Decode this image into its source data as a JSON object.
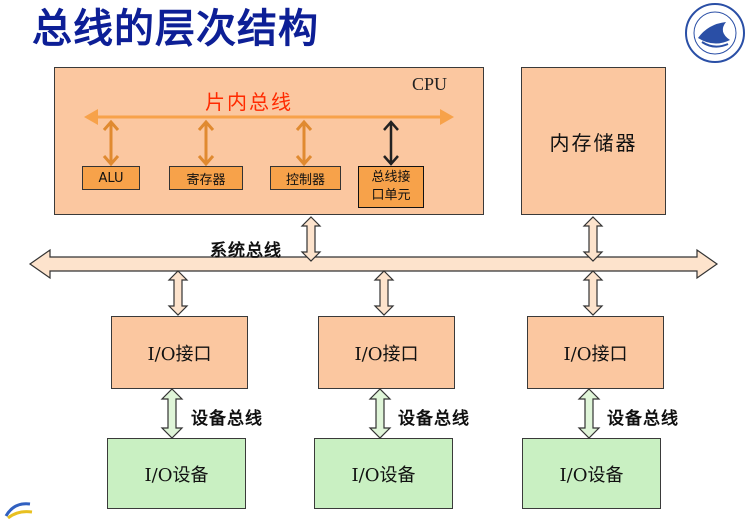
{
  "slide": {
    "title": "总线的层次结构"
  },
  "cpu": {
    "label": "CPU",
    "onchip_bus_label": "片内总线",
    "units": [
      {
        "label": "ALU"
      },
      {
        "label": "寄存器"
      },
      {
        "label": "控制器"
      },
      {
        "label": "总线接口单元"
      }
    ]
  },
  "memory": {
    "label": "内存储器"
  },
  "system_bus": {
    "label": "系统总线"
  },
  "io_interfaces": [
    {
      "label": "I/O接口"
    },
    {
      "label": "I/O接口"
    },
    {
      "label": "I/O接口"
    }
  ],
  "device_bus": {
    "label": "设备总线"
  },
  "io_devices": [
    {
      "label": "I/O设备"
    },
    {
      "label": "I/O设备"
    },
    {
      "label": "I/O设备"
    }
  ],
  "colors": {
    "title": "#0d1f96",
    "box_fill": "#fbc7a0",
    "unit_fill": "#f7a24a",
    "device_fill": "#c9f0c2",
    "bus_fill": "#fde3cc",
    "onchip_bus": "#f7a24a",
    "device_bus_arrow": "#dff5d8",
    "onchip_label": "#ff2a00"
  }
}
